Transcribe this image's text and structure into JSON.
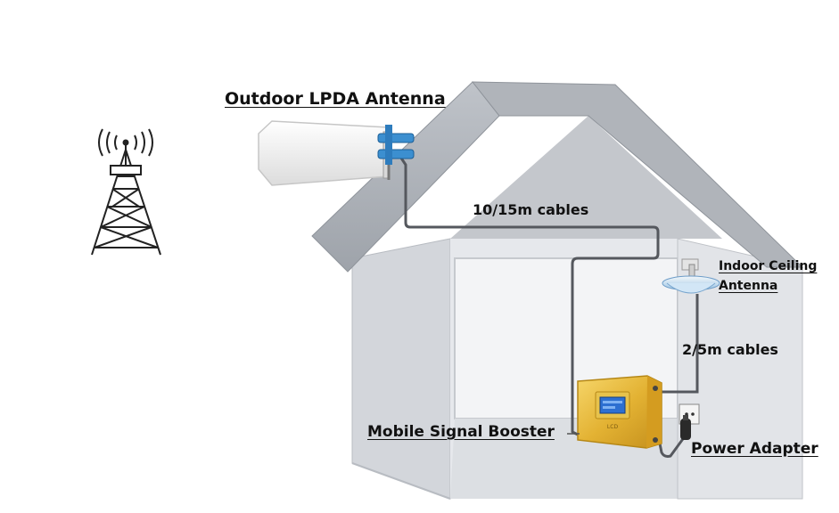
{
  "labels": {
    "outdoor_antenna": "Outdoor LPDA Antenna",
    "cables_long": "10/15m cables",
    "indoor_antenna_line1": "Indoor Ceiling",
    "indoor_antenna_line2": "Antenna",
    "cables_short": "2/5m cables",
    "booster": "Mobile Signal Booster",
    "power_adapter": "Power Adapter"
  },
  "booster_display": "LCD",
  "colors": {
    "house_roof": "#a9adb4",
    "house_wall": "#d6d9de",
    "house_interior": "#eceef1",
    "cable": "#55585e",
    "booster_gold": "#e3b233",
    "lcd_blue": "#2d6fd1",
    "antenna_white": "#f2f2f2"
  },
  "icons": [
    "cell-tower-icon",
    "signal-waves-icon",
    "lpda-antenna-icon",
    "ceiling-antenna-icon",
    "booster-device-icon",
    "power-adapter-icon",
    "wall-socket-icon"
  ]
}
